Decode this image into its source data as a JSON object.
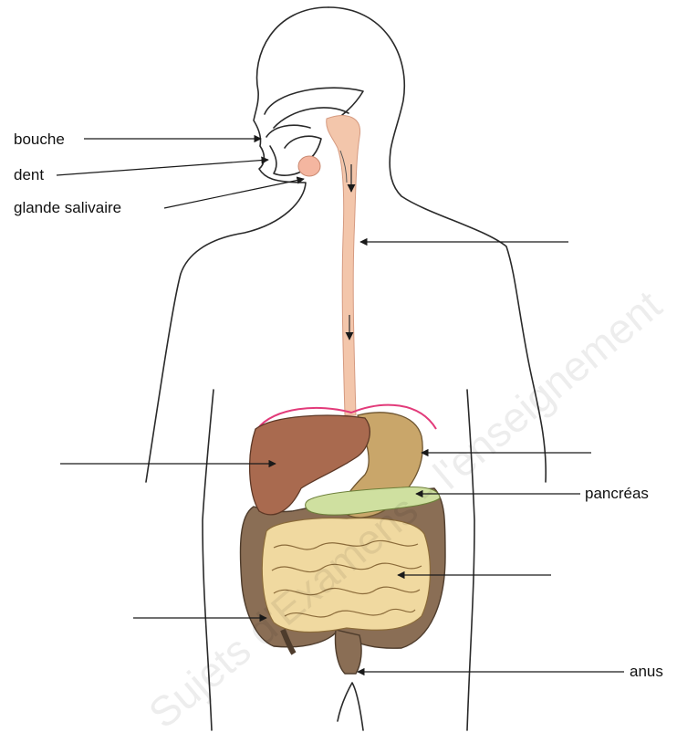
{
  "labels": {
    "bouche": "bouche",
    "dent": "dent",
    "glande_salivaire": "glande salivaire",
    "pancreas": "pancréas",
    "anus": "anus"
  },
  "watermark": "Sujets d'Examens - l'enseignement",
  "colors": {
    "esophagus": "#f3c6ab",
    "liver": "#a96a4f",
    "stomach": "#c9a66a",
    "pancreas": "#cfe0a0",
    "small_intestine": "#f0d9a0",
    "large_intestine": "#8a6e55",
    "salivary_gland": "#f4b6a0",
    "diaphragm": "#e23b7a",
    "outline": "#2a2a2a"
  }
}
